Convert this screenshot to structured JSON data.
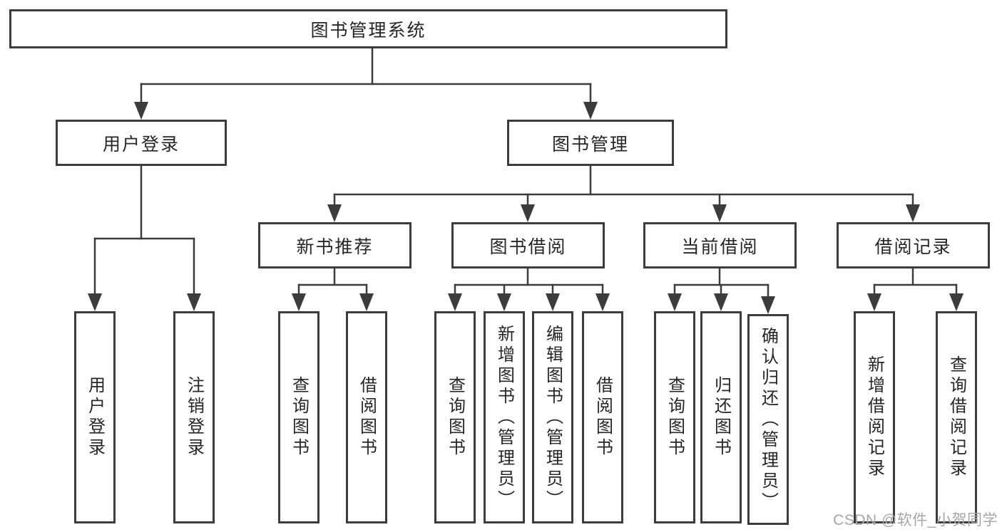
{
  "colors": {
    "line": "#3c3c3c",
    "text": "#262626",
    "watermark": "#a6a6a6",
    "background": "#ffffff"
  },
  "tree": {
    "root": {
      "label": "图书管理系统"
    },
    "branches": [
      {
        "label": "用户登录",
        "children": [
          {
            "label": "用户登录"
          },
          {
            "label": "注销登录"
          }
        ]
      },
      {
        "label": "图书管理",
        "children": [
          {
            "label": "新书推荐",
            "children": [
              {
                "label": "查询图书"
              },
              {
                "label": "借阅图书"
              }
            ]
          },
          {
            "label": "图书借阅",
            "children": [
              {
                "label": "查询图书"
              },
              {
                "label": "新增图书（管理员）"
              },
              {
                "label": "编辑图书（管理员）"
              },
              {
                "label": "借阅图书"
              }
            ]
          },
          {
            "label": "当前借阅",
            "children": [
              {
                "label": "查询图书"
              },
              {
                "label": "归还图书"
              },
              {
                "label": "确认归还（管理员）"
              }
            ]
          },
          {
            "label": "借阅记录",
            "children": [
              {
                "label": "新增借阅记录"
              },
              {
                "label": "查询借阅记录"
              }
            ]
          }
        ]
      }
    ]
  },
  "watermark": {
    "text": "CSDN @软件_小贺同学"
  }
}
